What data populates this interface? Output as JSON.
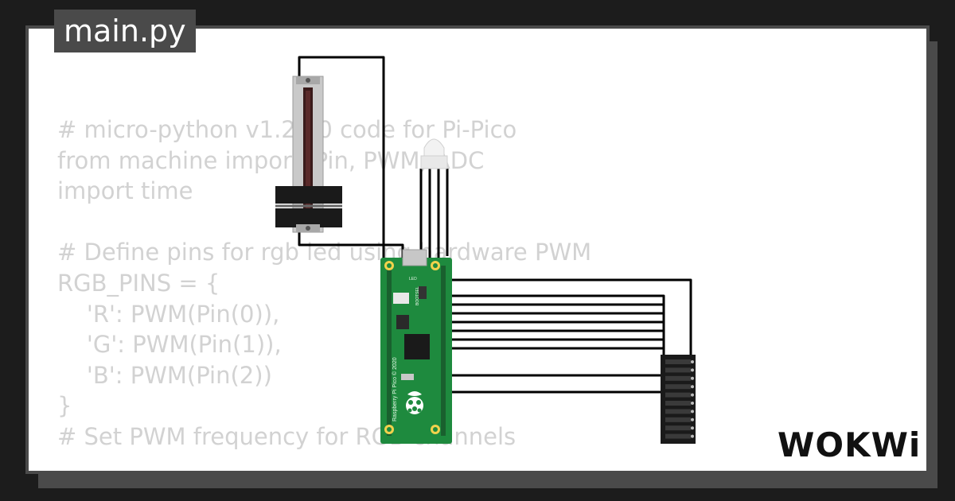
{
  "editor": {
    "filename": "main.py",
    "code_lines": [
      "# micro-python v1.2   0 code for Pi-Pico",
      "from machine impor   Pin, PWM, ADC",
      "import time",
      "",
      "# Define pins for rgb led using hardware PWM",
      "RGB_PINS = {",
      "    'R': PWM(Pin(0)),",
      "    'G': PWM(Pin(1)),",
      "    'B': PWM(Pin(2))",
      "}",
      "# Set PWM frequency for RGB channels"
    ]
  },
  "components": {
    "board": "Raspberry Pi Pico",
    "board_silkscreen": "Raspberry Pi Pico © 2020",
    "board_usb_label": "LED",
    "sim_label": "BOOTSEL"
  },
  "brand": {
    "logo_text": "WOKWi"
  },
  "colors": {
    "page_bg": "#1c1c1c",
    "card_bg": "#ffffff",
    "frame": "#4a4a4a",
    "code_text": "#d2d2d2",
    "board_green": "#1e8a3e",
    "wire": "#000000"
  },
  "icons": [
    "raspberry-pi-logo-icon",
    "wokwi-logo-icon"
  ]
}
